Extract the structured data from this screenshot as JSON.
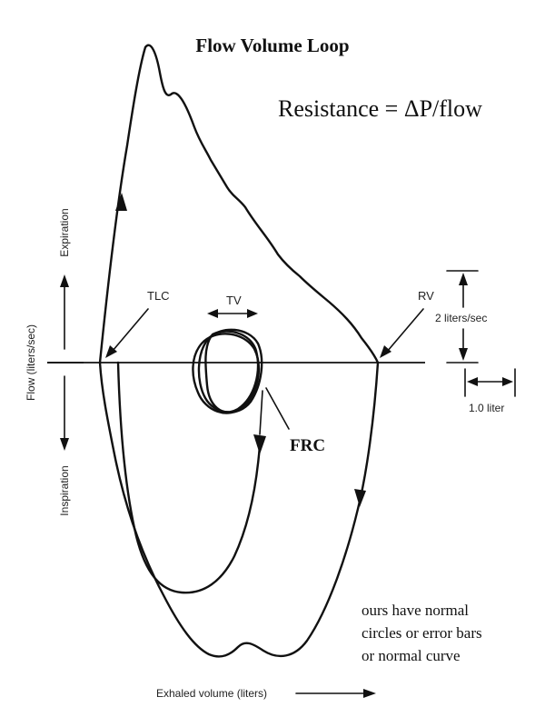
{
  "title": "Flow Volume Loop",
  "equation": {
    "prefix": "Resistance = ",
    "delta_glyph": "Δ",
    "suffix": "P/flow"
  },
  "axes": {
    "y_label": "Flow (liters/sec)",
    "y_up_label": "Expiration",
    "y_down_label": "Inspiration",
    "x_label": "Exhaled volume (liters)"
  },
  "markers": {
    "tlc": "TLC",
    "rv": "RV",
    "tv": "TV",
    "frc": "FRC"
  },
  "scale": {
    "flow": "2 liters/sec",
    "volume": "1.0 liter"
  },
  "note": {
    "lines": [
      "ours have normal",
      "circles or error bars",
      "or normal curve"
    ]
  }
}
